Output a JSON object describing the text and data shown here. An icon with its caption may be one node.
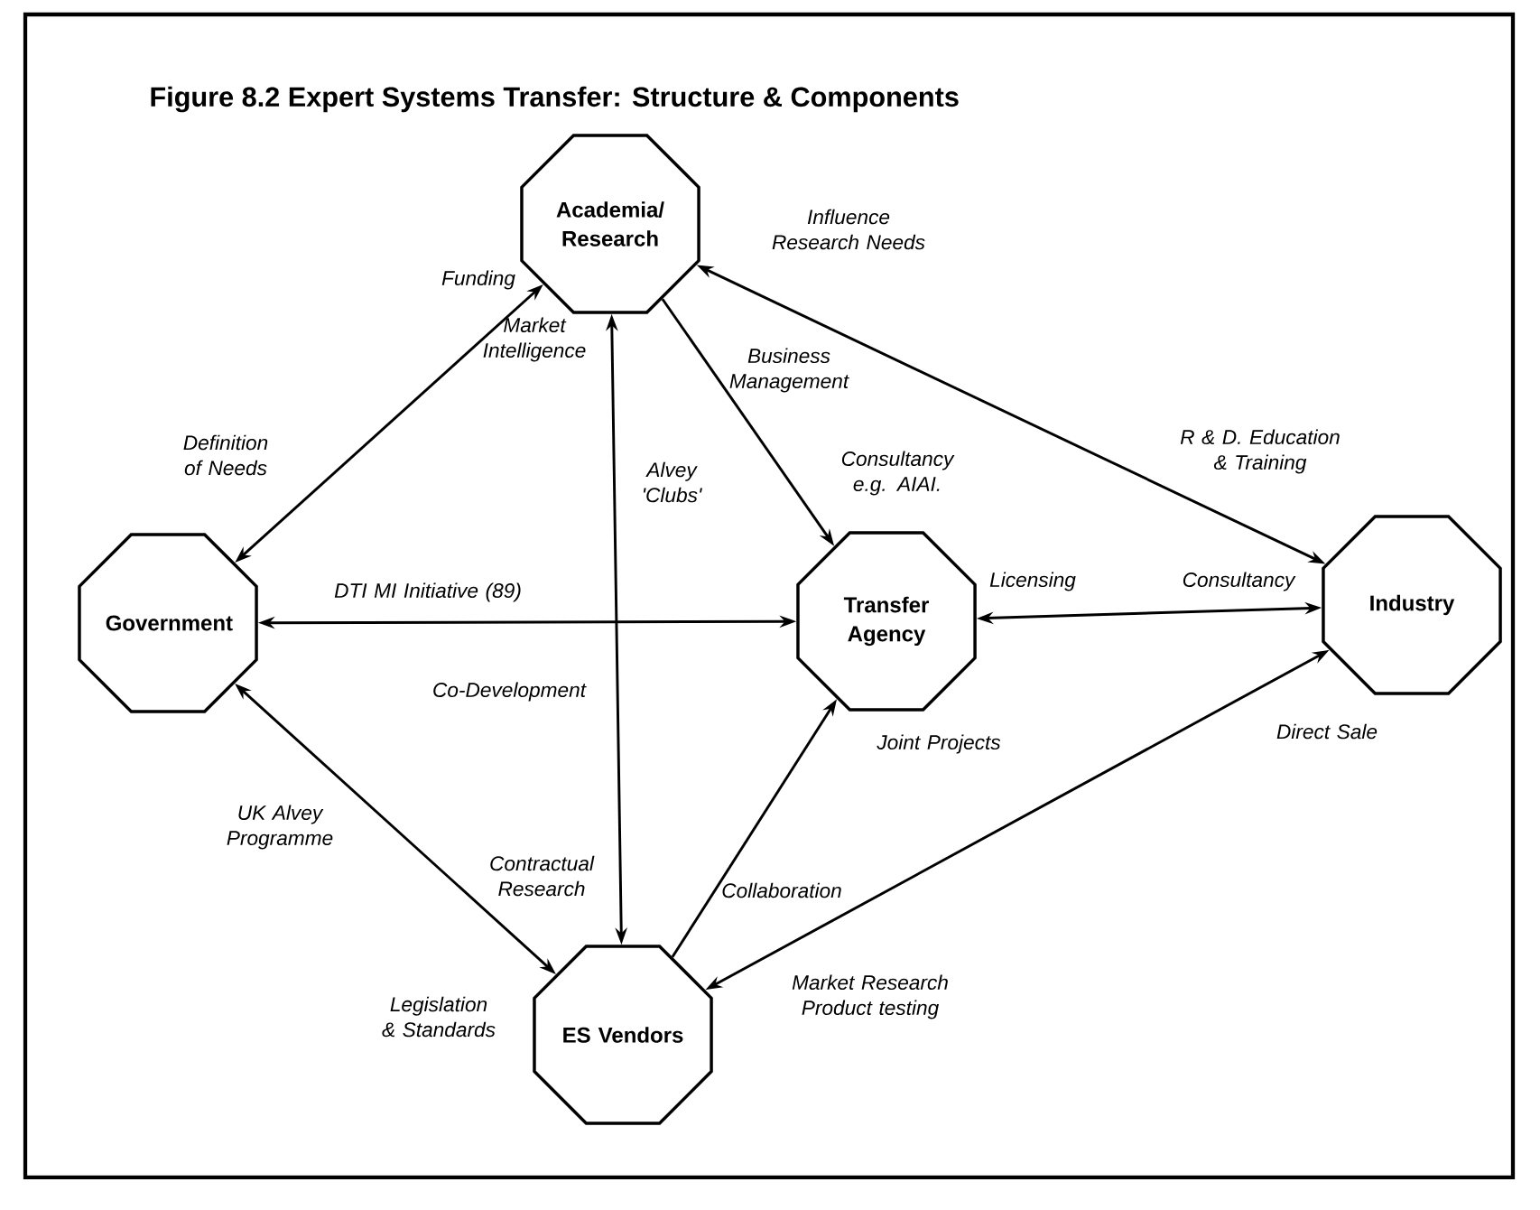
{
  "diagram": {
    "title": "Figure 8.2 Expert Systems Transfer: Structure & Components",
    "nodes": [
      {
        "text": [
          "Academia/ Research"
        ]
      },
      {
        "text": [
          "Government"
        ]
      },
      {
        "text": [
          "Transfer Agency"
        ]
      },
      {
        "text": [
          "Industry"
        ]
      },
      {
        "text": [
          "ES Vendors"
        ]
      }
    ],
    "edges": [
      {
        "from": 0,
        "to": 1,
        "arrow": "both"
      },
      {
        "from": 0,
        "to": 2,
        "arrow": "to"
      },
      {
        "from": 0,
        "to": 3,
        "arrow": "both"
      },
      {
        "from": 0,
        "to": 4,
        "arrow": "both"
      },
      {
        "from": 1,
        "to": 2,
        "arrow": "both"
      },
      {
        "from": 2,
        "to": 3,
        "arrow": "both"
      },
      {
        "from": 1,
        "to": 4,
        "arrow": "both"
      },
      {
        "from": 4,
        "to": 2,
        "arrow": "to"
      },
      {
        "from": 4,
        "to": 3,
        "arrow": "both"
      }
    ],
    "labels": [
      "Influence Research Needs",
      "Funding",
      "Business Management",
      "Market Intelligence",
      "R & D. Education & Training",
      "Definition of Needs",
      "Consultancy e.g. AIAI.",
      "Alvey 'Clubs'",
      "Licensing",
      "Consultancy",
      "DTI MI Initiative (89)",
      "Co-Development",
      "Direct Sale",
      "Joint Projects",
      "UK Alvey Programme",
      "Contractual Research",
      "Collaboration",
      "Market Research Product testing",
      "Legislation & Standards"
    ]
  }
}
